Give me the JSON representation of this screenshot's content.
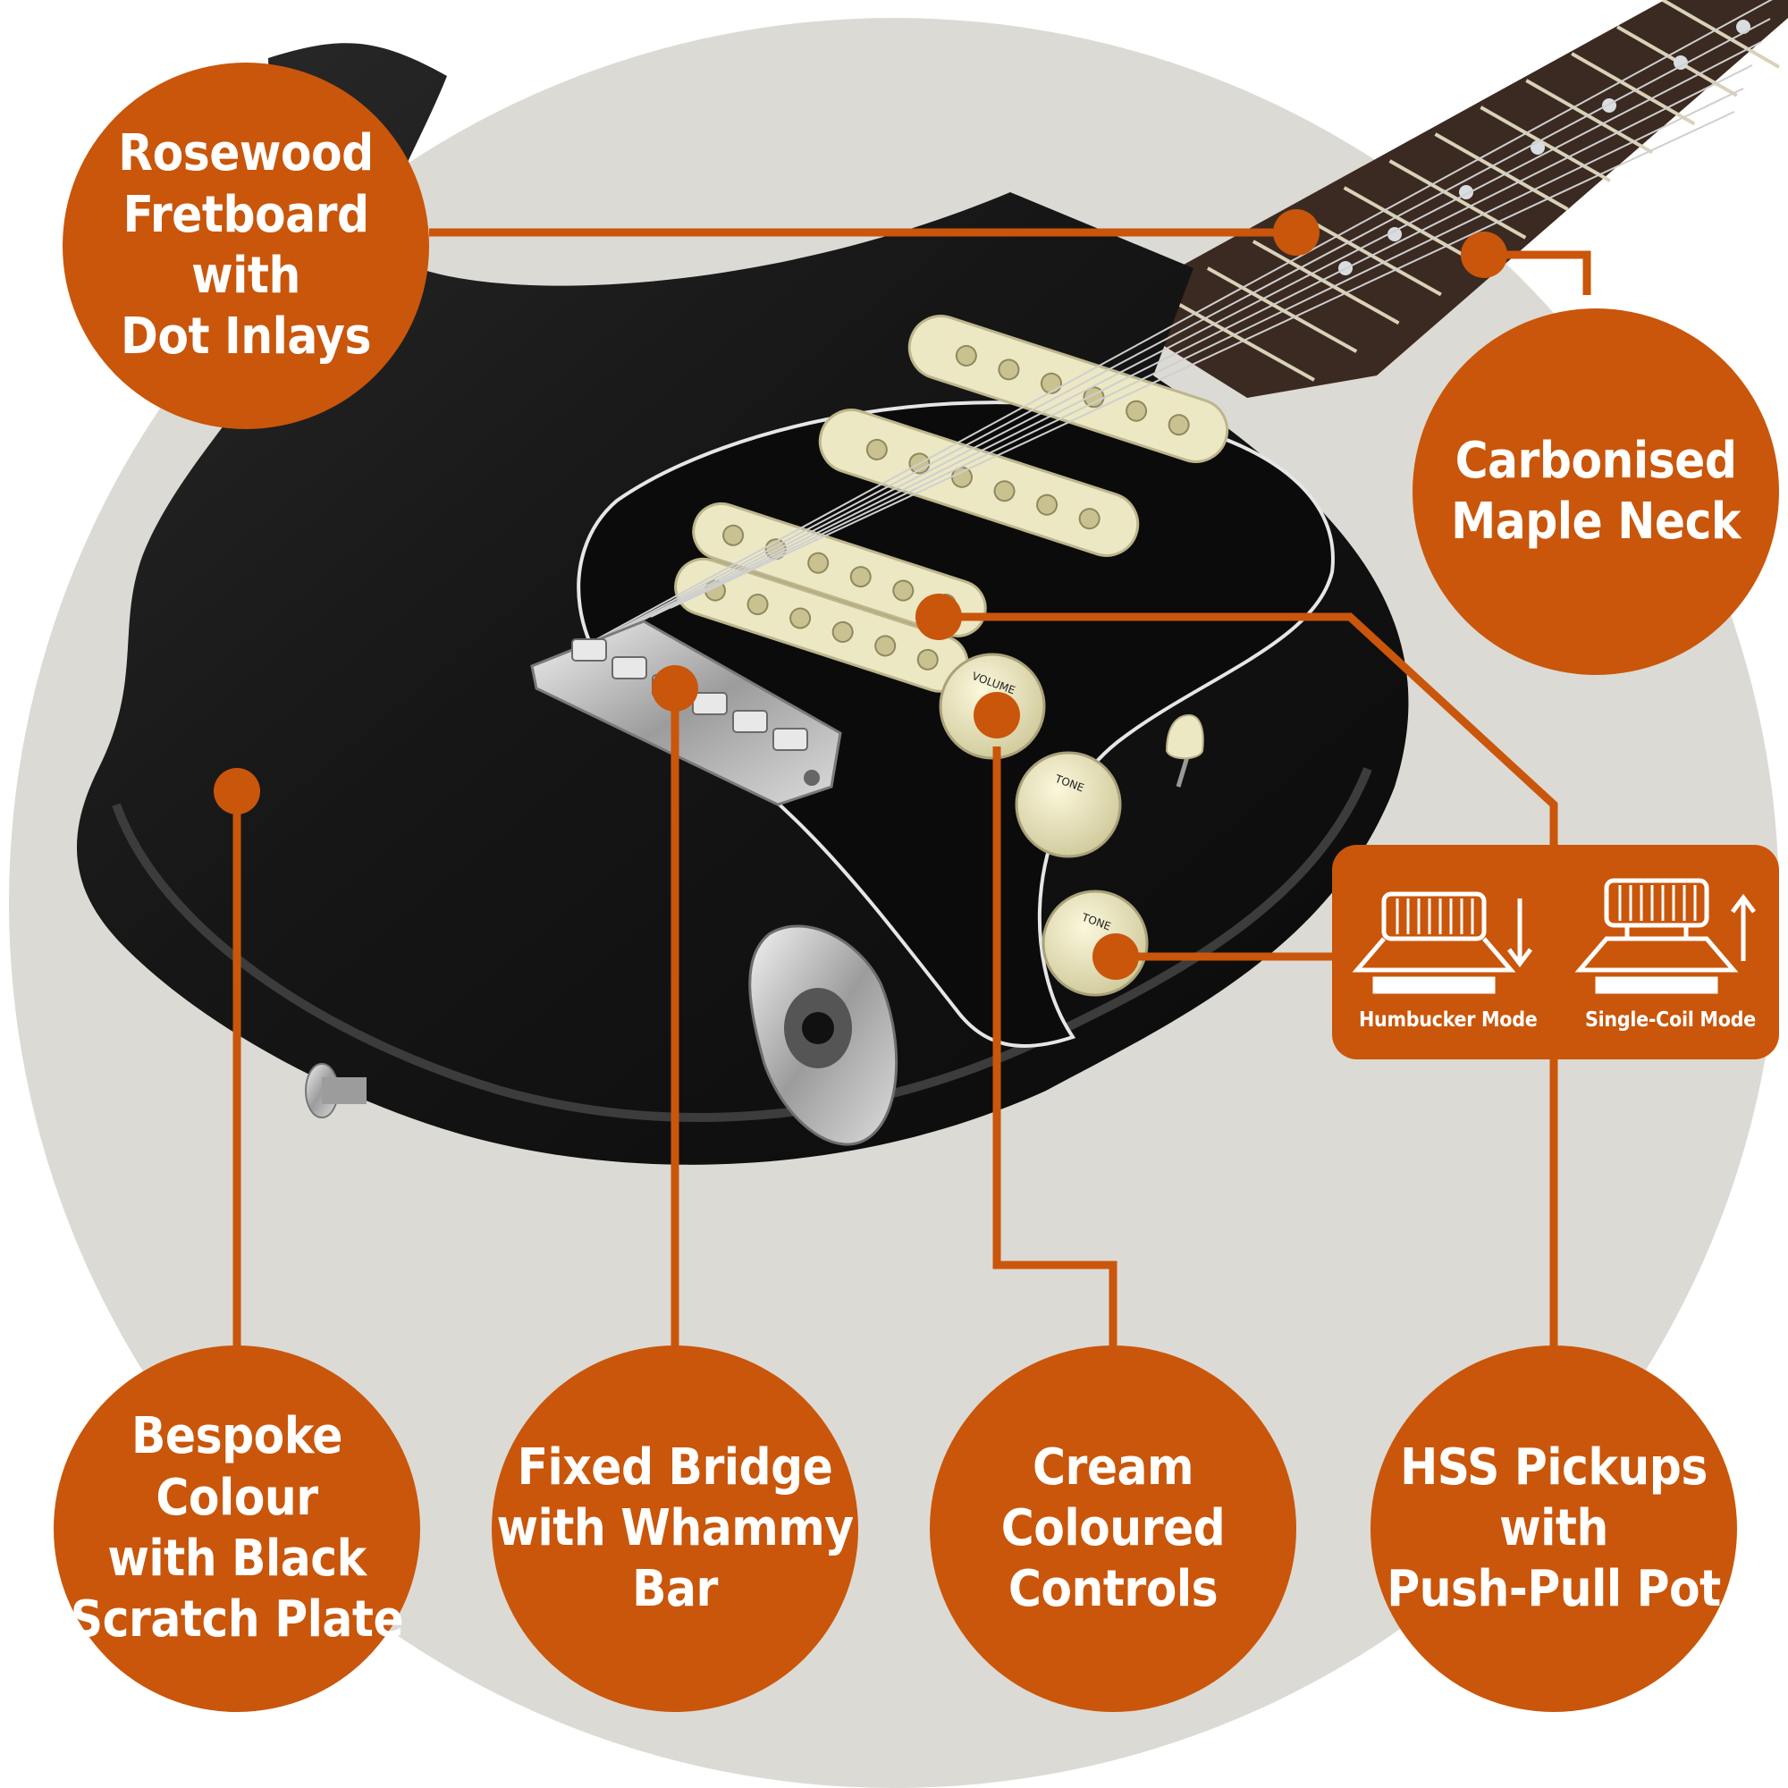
{
  "colors": {
    "accent": "#c9560b",
    "backdrop": "#dcdad4",
    "guitar_body": "#141414",
    "cream": "#ece8c4",
    "chrome": "#b8b8b8",
    "fretboard": "#3b2a22",
    "neck": "#a56a2e"
  },
  "callouts": {
    "fretboard": [
      "Rosewood",
      "Fretboard with",
      "Dot Inlays"
    ],
    "neck": [
      "Carbonised",
      "Maple Neck"
    ],
    "colour": [
      "Bespoke Colour",
      "with Black",
      "Scratch Plate"
    ],
    "bridge": [
      "Fixed Bridge",
      "with Whammy",
      "Bar"
    ],
    "controls": [
      "Cream Coloured",
      "Controls"
    ],
    "pickups": [
      "HSS Pickups",
      "with",
      "Push-Pull Pot"
    ]
  },
  "modes": {
    "humbucker": "Humbucker Mode",
    "single_coil": "Single-Coil Mode",
    "humbucker_arrow": "arrow-down-icon",
    "single_coil_arrow": "arrow-up-icon"
  },
  "knobs": {
    "volume": "VOLUME",
    "tone": "TONE"
  }
}
